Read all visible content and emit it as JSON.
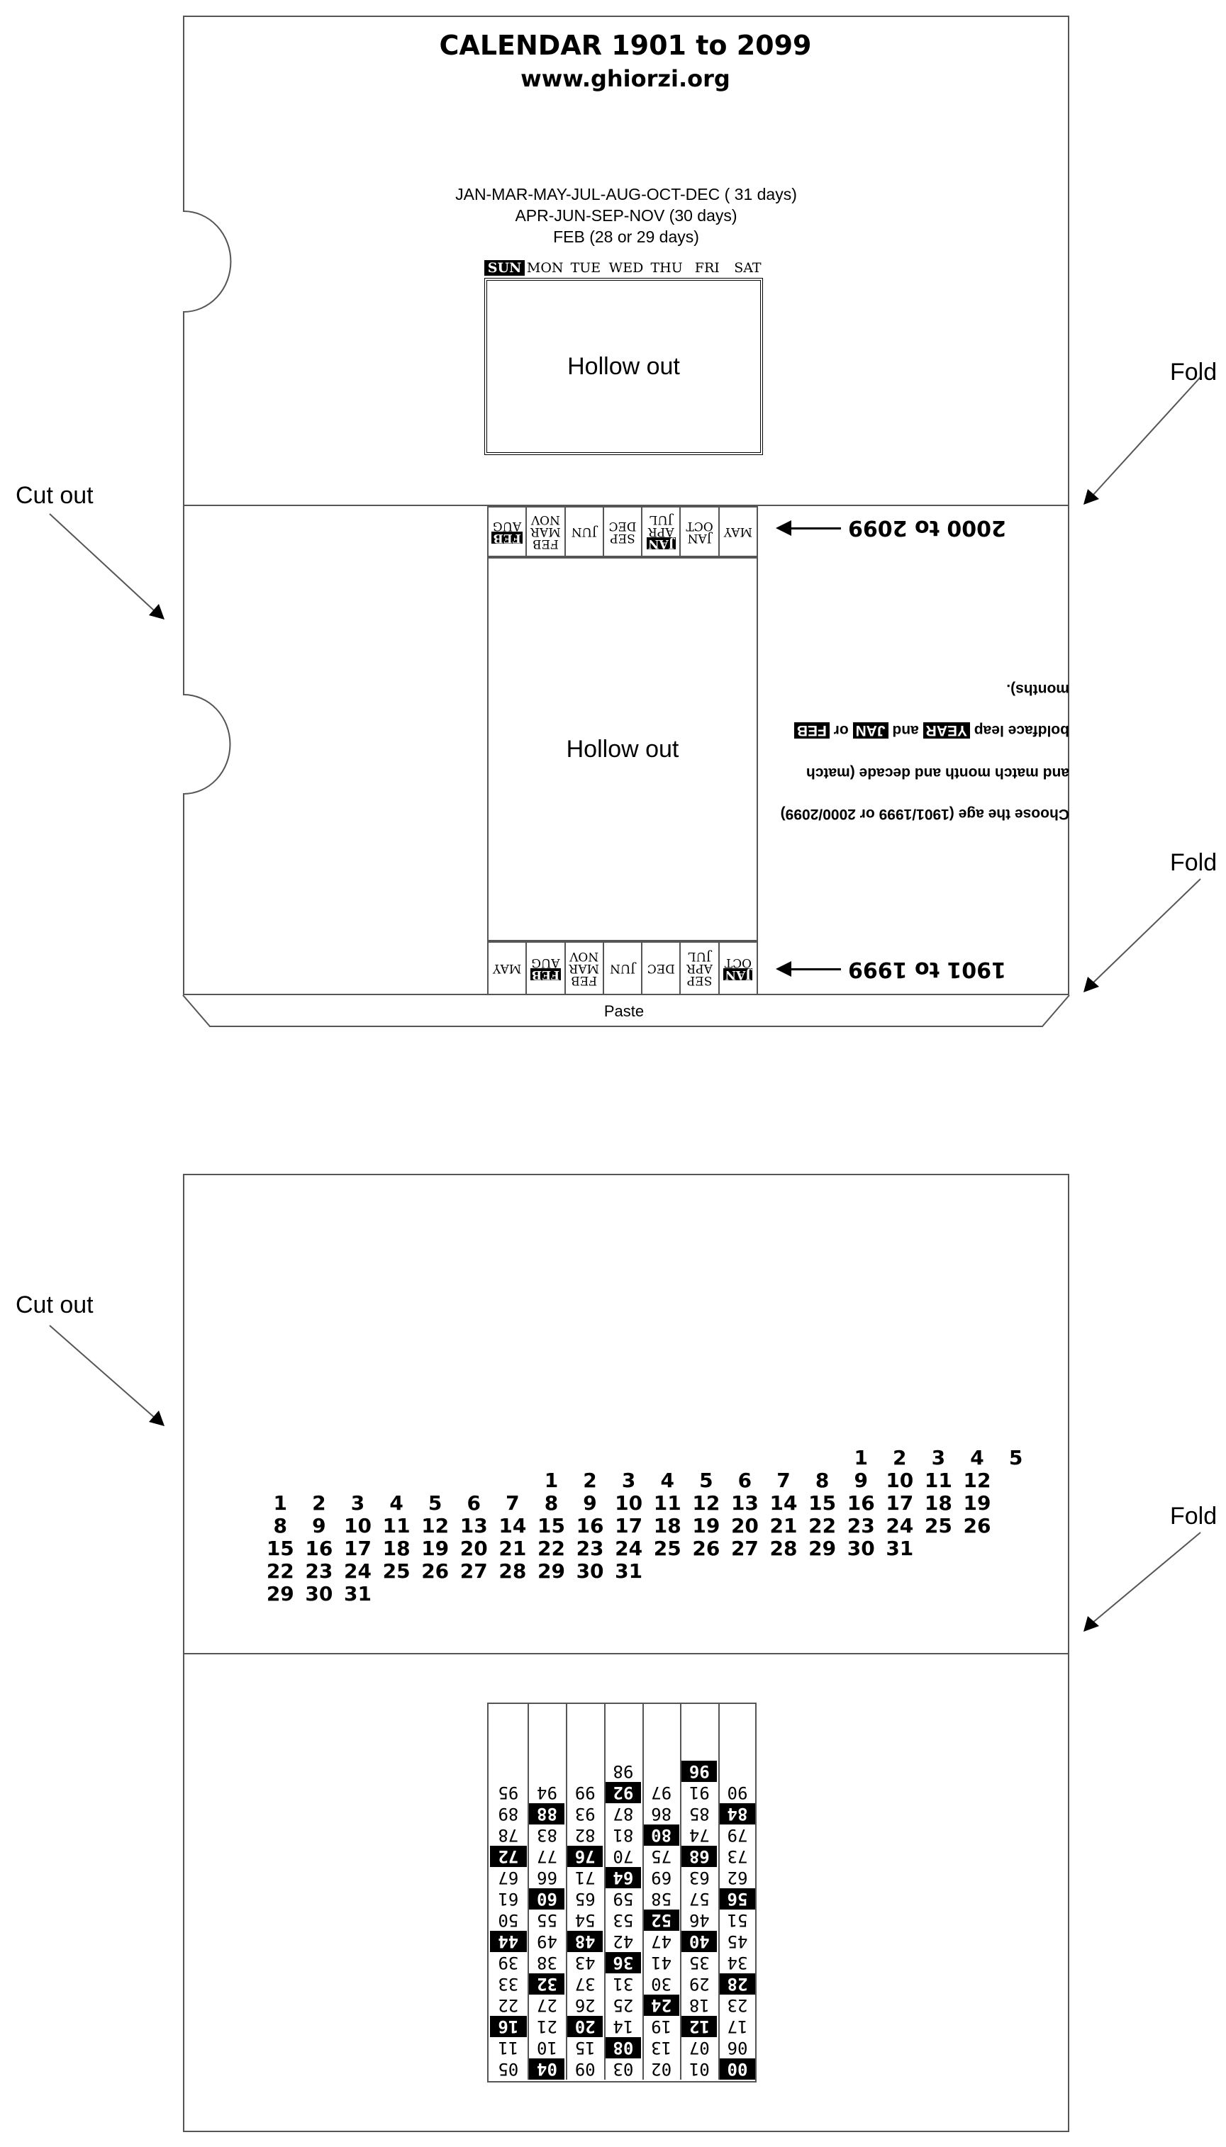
{
  "page": {
    "title": "CALENDAR 1901 to 2099",
    "website": "www.ghiorzi.org"
  },
  "month_info": {
    "line1": "JAN-MAR-MAY-JUL-AUG-OCT-DEC ( 31 days)",
    "line2": "APR-JUN-SEP-NOV (30 days)",
    "line3": "FEB (28 or 29 days)"
  },
  "weekdays": [
    "SUN",
    "MON",
    "TUE",
    "WED",
    "THU",
    "FRI",
    "SAT"
  ],
  "labels": {
    "hollow_out": "Hollow out",
    "fold": "Fold",
    "cut_out": "Cut out",
    "paste": "Paste"
  },
  "ranges": {
    "modern": "2000 to 2099",
    "old": "1901 to 1999"
  },
  "month_strip_modern": [
    [
      "MAY"
    ],
    [
      "JAN",
      "OCT"
    ],
    [
      "JAN*",
      "APR",
      "JUL"
    ],
    [
      "SEP",
      "DEC"
    ],
    [
      "JUN"
    ],
    [
      "FEB",
      "MAR",
      "NOV"
    ],
    [
      "FEB*",
      "AUG"
    ]
  ],
  "month_strip_old": [
    [
      "JAN*",
      "OCT"
    ],
    [
      "SEP",
      "APR",
      "JUL"
    ],
    [
      "DEC"
    ],
    [
      "JUN"
    ],
    [
      "FEB",
      "MAR",
      "NOV"
    ],
    [
      "FEB*",
      "AUG"
    ],
    [
      "MAY"
    ]
  ],
  "instructions": {
    "line1": "Choose the age (1901/1999 or 2000/2099)",
    "line2": "and    match    month    and    decade    (match",
    "line3_a": "boldface leap",
    "line3_year": "YEAR",
    "line3_b": "and",
    "line3_jan": "JAN",
    "line3_c": "or",
    "line3_feb": "FEB",
    "line4": "months)."
  },
  "day_rows": [
    [
      "",
      "",
      "",
      "",
      "",
      "",
      "",
      "",
      "",
      "",
      "",
      "",
      "",
      "",
      "",
      "1",
      "2",
      "3",
      "4",
      "5"
    ],
    [
      "",
      "",
      "",
      "",
      "",
      "",
      "",
      "1",
      "2",
      "3",
      "4",
      "5",
      "6",
      "7",
      "8",
      "9",
      "10",
      "11",
      "12"
    ],
    [
      "1",
      "2",
      "3",
      "4",
      "5",
      "6",
      "7",
      "8",
      "9",
      "10",
      "11",
      "12",
      "13",
      "14",
      "15",
      "16",
      "17",
      "18",
      "19"
    ],
    [
      "8",
      "9",
      "10",
      "11",
      "12",
      "13",
      "14",
      "15",
      "16",
      "17",
      "18",
      "19",
      "20",
      "21",
      "22",
      "23",
      "24",
      "25",
      "26"
    ],
    [
      "15",
      "16",
      "17",
      "18",
      "19",
      "20",
      "21",
      "22",
      "23",
      "24",
      "25",
      "26",
      "27",
      "28",
      "29",
      "30",
      "31"
    ],
    [
      "22",
      "23",
      "24",
      "25",
      "26",
      "27",
      "28",
      "29",
      "30",
      "31"
    ],
    [
      "29",
      "30",
      "31"
    ]
  ],
  "year_columns": [
    [
      "00",
      "06",
      "17",
      "23",
      "28",
      "34",
      "45",
      "51",
      "56",
      "62",
      "73",
      "79",
      "84",
      "90"
    ],
    [
      "01",
      "07",
      "12",
      "18",
      "29",
      "35",
      "40",
      "46",
      "57",
      "63",
      "68",
      "74",
      "85",
      "91",
      "96"
    ],
    [
      "02",
      "13",
      "19",
      "24",
      "30",
      "41",
      "47",
      "52",
      "58",
      "69",
      "75",
      "80",
      "86",
      "97"
    ],
    [
      "03",
      "08",
      "14",
      "25",
      "31",
      "36",
      "42",
      "53",
      "59",
      "64",
      "70",
      "81",
      "87",
      "92",
      "98"
    ],
    [
      "09",
      "15",
      "20",
      "26",
      "37",
      "43",
      "48",
      "54",
      "65",
      "71",
      "76",
      "82",
      "93",
      "99"
    ],
    [
      "04",
      "10",
      "21",
      "27",
      "32",
      "38",
      "49",
      "55",
      "60",
      "66",
      "77",
      "83",
      "88",
      "94"
    ],
    [
      "05",
      "11",
      "16",
      "22",
      "33",
      "39",
      "44",
      "50",
      "61",
      "67",
      "72",
      "78",
      "89",
      "95"
    ]
  ],
  "leap_years": [
    "00",
    "04",
    "08",
    "12",
    "16",
    "20",
    "24",
    "28",
    "32",
    "36",
    "40",
    "44",
    "48",
    "52",
    "56",
    "60",
    "64",
    "68",
    "72",
    "76",
    "80",
    "84",
    "88",
    "92",
    "96"
  ]
}
